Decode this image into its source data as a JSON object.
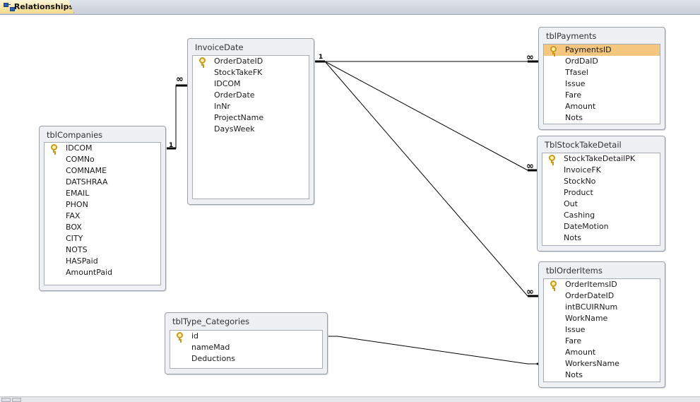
{
  "tab": {
    "label": "Relationships",
    "icon": "relationships-icon"
  },
  "tables": {
    "invoicedate": {
      "title": "InvoiceDate",
      "fields": [
        {
          "name": "OrderDateID",
          "key": true
        },
        {
          "name": "StockTakeFK"
        },
        {
          "name": "IDCOM"
        },
        {
          "name": "OrderDate"
        },
        {
          "name": "InNr"
        },
        {
          "name": "ProjectName"
        },
        {
          "name": "DaysWeek"
        }
      ]
    },
    "tblcompanies": {
      "title": "tblCompanies",
      "fields": [
        {
          "name": "IDCOM",
          "key": true
        },
        {
          "name": "COMNo"
        },
        {
          "name": "COMNAME"
        },
        {
          "name": "DATSHRAA"
        },
        {
          "name": "EMAIL"
        },
        {
          "name": "PHON"
        },
        {
          "name": "FAX"
        },
        {
          "name": "BOX"
        },
        {
          "name": "CITY"
        },
        {
          "name": "NOTS"
        },
        {
          "name": "HASPaid"
        },
        {
          "name": "AmountPaid"
        }
      ]
    },
    "tblpayments": {
      "title": "tblPayments",
      "fields": [
        {
          "name": "PaymentsID",
          "key": true,
          "selected": true
        },
        {
          "name": "OrdDaID"
        },
        {
          "name": "Tfasel"
        },
        {
          "name": "Issue"
        },
        {
          "name": "Fare"
        },
        {
          "name": "Amount"
        },
        {
          "name": "Nots"
        }
      ]
    },
    "tblstocktakedetail": {
      "title": "TblStockTakeDetail",
      "fields": [
        {
          "name": "StockTakeDetailPK",
          "key": true
        },
        {
          "name": "InvoiceFK"
        },
        {
          "name": "StockNo"
        },
        {
          "name": "Product"
        },
        {
          "name": "Out"
        },
        {
          "name": "Cashing"
        },
        {
          "name": "DateMotion"
        },
        {
          "name": "Nots"
        }
      ]
    },
    "tblorderitems": {
      "title": "tblOrderItems",
      "fields": [
        {
          "name": "OrderItemsID",
          "key": true
        },
        {
          "name": "OrderDateID"
        },
        {
          "name": "intBCUIRNum"
        },
        {
          "name": "WorkName"
        },
        {
          "name": "Issue"
        },
        {
          "name": "Fare"
        },
        {
          "name": "Amount"
        },
        {
          "name": "WorkersName"
        },
        {
          "name": "Nots"
        }
      ]
    },
    "tbltype_categories": {
      "title": "tblType_Categories",
      "fields": [
        {
          "name": "id",
          "key": true
        },
        {
          "name": "nameMad"
        },
        {
          "name": "Deductions"
        }
      ]
    }
  },
  "cardinality": {
    "one": "1",
    "many": "∞"
  },
  "colors": {
    "selected_row": "#f5c77e",
    "key_icon": "#c89a16",
    "line": "#000000"
  }
}
